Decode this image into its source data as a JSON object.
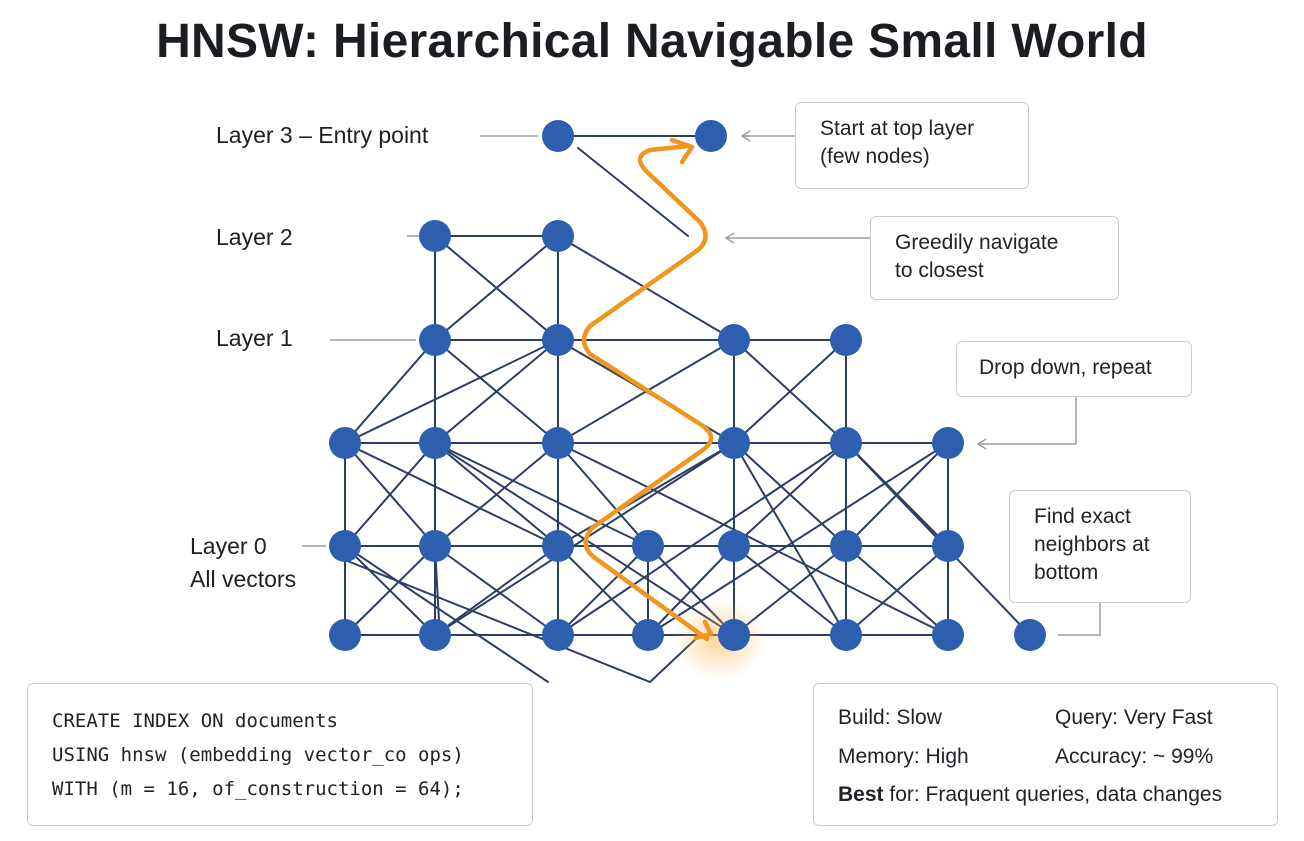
{
  "title": "HNSW: Hierarchical Navigable Small World",
  "layers": {
    "layer3": "Layer 3 – Entry point",
    "layer2": "Layer 2",
    "layer1": "Layer 1",
    "layer0_line1": "Layer 0",
    "layer0_line2": "All vectors"
  },
  "callouts": {
    "start": [
      "Start at top layer",
      "(few nodes)"
    ],
    "greedy": [
      "Greedily navigate",
      "to closest"
    ],
    "drop": [
      "Drop down, repeat"
    ],
    "find": [
      "Find exact",
      "neighbors at",
      "bottom"
    ]
  },
  "code": {
    "line1": "CREATE INDEX ON documents",
    "line2": "USING hnsw (embedding vector_co ops)",
    "line3": "WITH (m = 16, of_construction = 64);"
  },
  "stats": {
    "build": "Build: Slow",
    "query": "Query: Very Fast",
    "memory": "Memory: High",
    "accuracy": "Accuracy: ~ 99%",
    "best_bold": "Best",
    "best_rest": " for: Fraquent queries, data changes"
  },
  "colors": {
    "node": "#2e5fae",
    "edge": "#2c3e63",
    "path": "#f0951e",
    "connector": "#9aa1a9"
  }
}
